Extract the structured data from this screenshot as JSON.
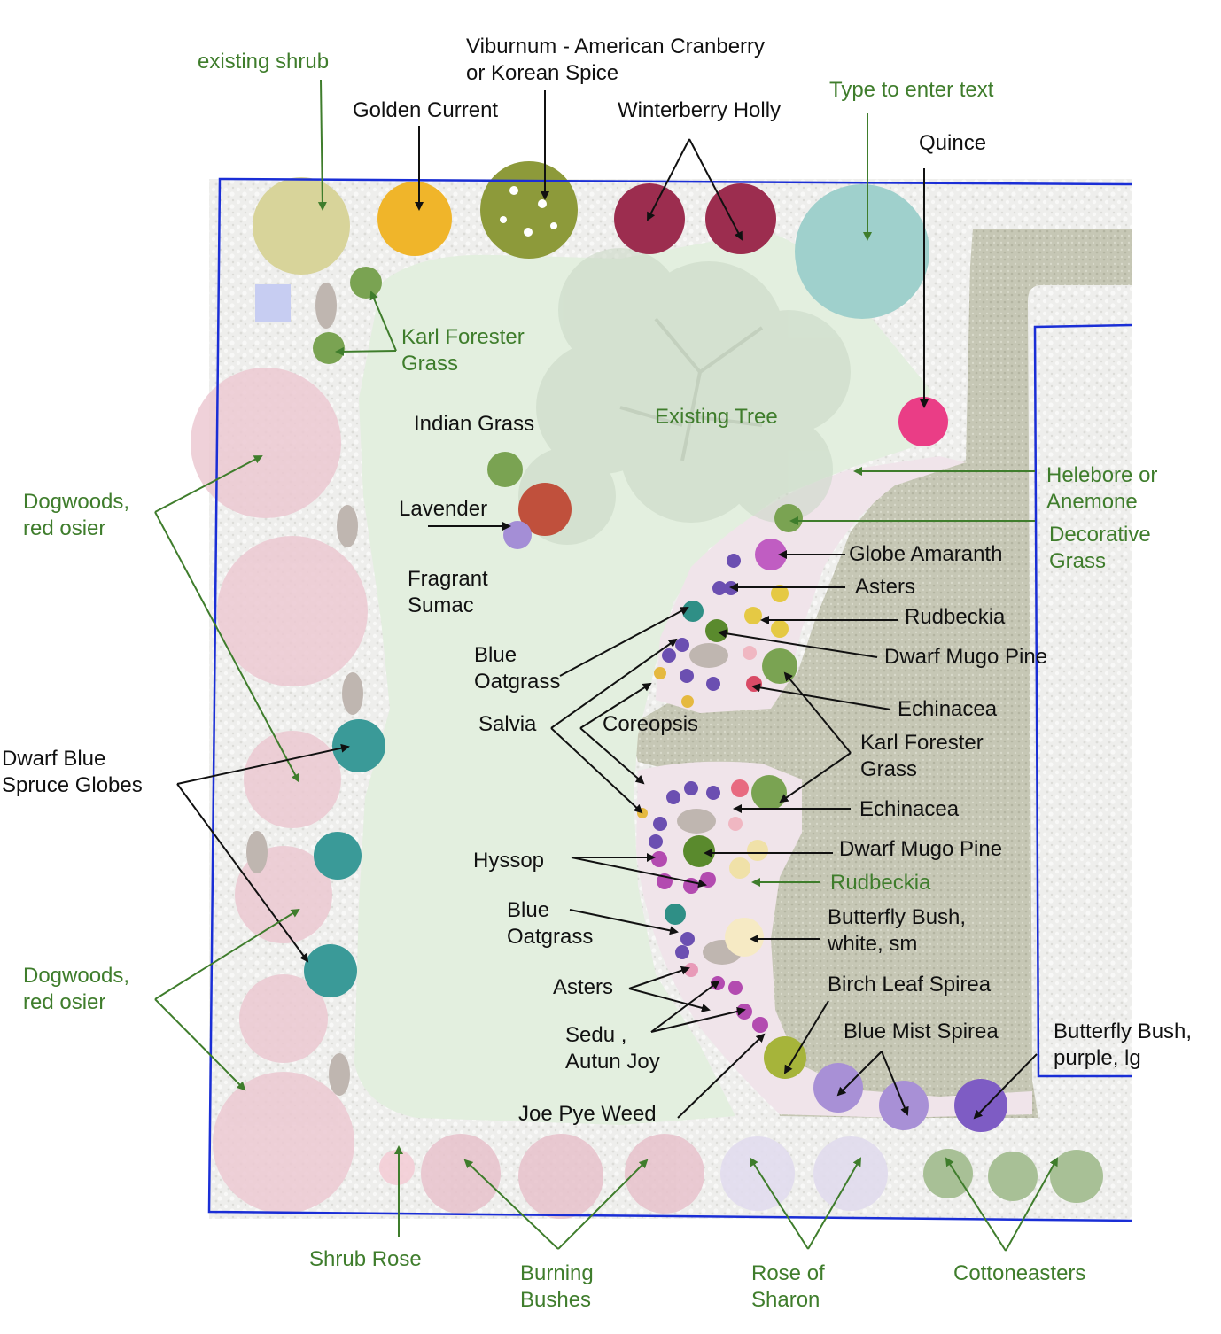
{
  "colors": {
    "boundary": "#1a2ed6",
    "green_label": "#3f7d2c",
    "black_label": "#111111",
    "lawn": "#e3efdf",
    "gravel": "#ecebe8",
    "path": "#c9c9b6",
    "bed": "#f0e4ea"
  },
  "labels": {
    "existing_shrub": "existing shrub",
    "golden_current": "Golden Current",
    "viburnum_1": "Viburnum - American Cranberry",
    "viburnum_2": "or Korean Spice",
    "winterberry": "Winterberry Holly",
    "type_to_enter": "Type to enter text",
    "quince": "Quince",
    "karl_top_1": "Karl Forester",
    "karl_top_2": "Grass",
    "indian_grass": "Indian Grass",
    "existing_tree": "Existing Tree",
    "helebore_1": "Helebore or",
    "helebore_2": "Anemone",
    "decorative_1": "Decorative",
    "decorative_2": "Grass",
    "globe_amaranth": "Globe Amaranth",
    "asters_1": "Asters",
    "rudbeckia_1": "Rudbeckia",
    "dwarf_mugo_1": "Dwarf Mugo Pine",
    "lavender": "Lavender",
    "fragrant_1": "Fragrant",
    "fragrant_2": "Sumac",
    "dogwoods_1a": "Dogwoods,",
    "dogwoods_1b": "red osier",
    "blue_oat_1a": "Blue",
    "blue_oat_1b": "Oatgrass",
    "salvia": "Salvia",
    "coreopsis": "Coreopsis",
    "echinacea_1": "Echinacea",
    "karl_mid_1": "Karl Forester",
    "karl_mid_2": "Grass",
    "dwarf_blue_1": "Dwarf Blue",
    "dwarf_blue_2": "Spruce Globes",
    "echinacea_2": "Echinacea",
    "hyssop": "Hyssop",
    "dwarf_mugo_2": "Dwarf Mugo Pine",
    "rudbeckia_2": "Rudbeckia",
    "blue_oat_2a": "Blue",
    "blue_oat_2b": "Oatgrass",
    "butterfly_w1": "Butterfly Bush,",
    "butterfly_w2": "white, sm",
    "dogwoods_2a": "Dogwoods,",
    "dogwoods_2b": "red osier",
    "asters_2": "Asters",
    "birch_leaf": "Birch Leaf Spirea",
    "sedu_1": "Sedu ,",
    "sedu_2": "Autun Joy",
    "blue_mist": "Blue Mist Spirea",
    "butterfly_p1": "Butterfly Bush,",
    "butterfly_p2": "purple, lg",
    "joe_pye": "Joe Pye Weed",
    "shrub_rose": "Shrub Rose",
    "burning_1": "Burning",
    "burning_2": "Bushes",
    "rose_sharon_1": "Rose of",
    "rose_sharon_2": "Sharon",
    "cotoneasters": "Cottoneasters"
  }
}
